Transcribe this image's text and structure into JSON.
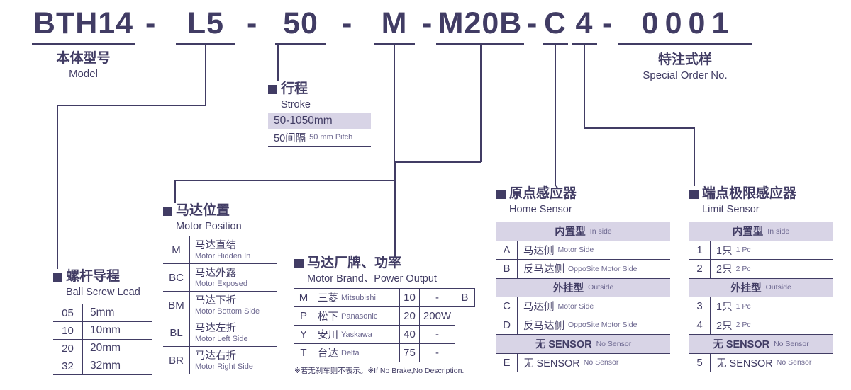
{
  "colors": {
    "ink": "#413c64",
    "lavender": "#d8d4e6",
    "sub_text": "#6d6890"
  },
  "code": {
    "segments": [
      "BTH14",
      "L5",
      "50",
      "M",
      "M20B",
      "C",
      "4",
      "0001"
    ],
    "separator": "-"
  },
  "model_label": {
    "zh": "本体型号",
    "en": "Model"
  },
  "special_order_label": {
    "zh": "特注式样",
    "en": "Special Order No."
  },
  "lead": {
    "title_zh": "螺杆导程",
    "title_en": "Ball Screw Lead",
    "rows": [
      {
        "code": "05",
        "value": "5mm"
      },
      {
        "code": "10",
        "value": "10mm"
      },
      {
        "code": "20",
        "value": "20mm"
      },
      {
        "code": "32",
        "value": "32mm"
      }
    ]
  },
  "stroke": {
    "title_zh": "行程",
    "title_en": "Stroke",
    "range": "50-1050mm",
    "pitch_zh": "50间隔",
    "pitch_en": "50 mm Pitch"
  },
  "motor_position": {
    "title_zh": "马达位置",
    "title_en": "Motor Position",
    "rows": [
      {
        "code": "M",
        "zh": "马达直结",
        "en": "Motor Hidden In"
      },
      {
        "code": "BC",
        "zh": "马达外露",
        "en": "Motor Exposed"
      },
      {
        "code": "BM",
        "zh": "马达下折",
        "en": "Motor Bottom Side"
      },
      {
        "code": "BL",
        "zh": "马达左折",
        "en": "Motor Left Side"
      },
      {
        "code": "BR",
        "zh": "马达右折",
        "en": "Motor Right Side"
      }
    ]
  },
  "motor_brand": {
    "title_zh": "马达厂牌、功率",
    "title_en": "Motor Brand、Power Output",
    "rows": [
      {
        "code": "M",
        "brand_zh": "三菱",
        "brand_en": "Mitsubishi",
        "power": "10",
        "watt": "-",
        "brake": "B"
      },
      {
        "code": "P",
        "brand_zh": "松下",
        "brand_en": "Panasonic",
        "power": "20",
        "watt": "200W"
      },
      {
        "code": "Y",
        "brand_zh": "安川",
        "brand_en": "Yaskawa",
        "power": "40",
        "watt": "-"
      },
      {
        "code": "T",
        "brand_zh": "台达",
        "brand_en": "Delta",
        "power": "75",
        "watt": "-"
      }
    ],
    "note_zh": "※若无刹车则不表示。",
    "note_en": "※If No Brake,No Description."
  },
  "home_sensor": {
    "title_zh": "原点感应器",
    "title_en": "Home Sensor",
    "rows": [
      {
        "type": "header",
        "zh": "内置型",
        "en": "In side"
      },
      {
        "type": "item",
        "code": "A",
        "zh": "马达侧",
        "en": "Motor Side"
      },
      {
        "type": "item",
        "code": "B",
        "zh": "反马达侧",
        "en": "OppoSite Motor Side"
      },
      {
        "type": "header",
        "zh": "外挂型",
        "en": "Outside"
      },
      {
        "type": "item",
        "code": "C",
        "zh": "马达侧",
        "en": "Motor Side"
      },
      {
        "type": "item",
        "code": "D",
        "zh": "反马达侧",
        "en": "OppoSite Motor Side"
      },
      {
        "type": "header",
        "zh": "无 SENSOR",
        "en": "No Sensor"
      },
      {
        "type": "item",
        "code": "E",
        "zh": "无 SENSOR",
        "en": "No Sensor"
      }
    ]
  },
  "limit_sensor": {
    "title_zh": "端点极限感应器",
    "title_en": "Limit Sensor",
    "rows": [
      {
        "type": "header",
        "zh": "内置型",
        "en": "In side"
      },
      {
        "type": "item",
        "code": "1",
        "zh": "1只",
        "en": "1 Pc"
      },
      {
        "type": "item",
        "code": "2",
        "zh": "2只",
        "en": "2 Pc"
      },
      {
        "type": "header",
        "zh": "外挂型",
        "en": "Outside"
      },
      {
        "type": "item",
        "code": "3",
        "zh": "1只",
        "en": "1 Pc"
      },
      {
        "type": "item",
        "code": "4",
        "zh": "2只",
        "en": "2 Pc"
      },
      {
        "type": "header",
        "zh": "无 SENSOR",
        "en": "No Sensor"
      },
      {
        "type": "item",
        "code": "5",
        "zh": "无 SENSOR",
        "en": "No Sensor"
      }
    ]
  }
}
